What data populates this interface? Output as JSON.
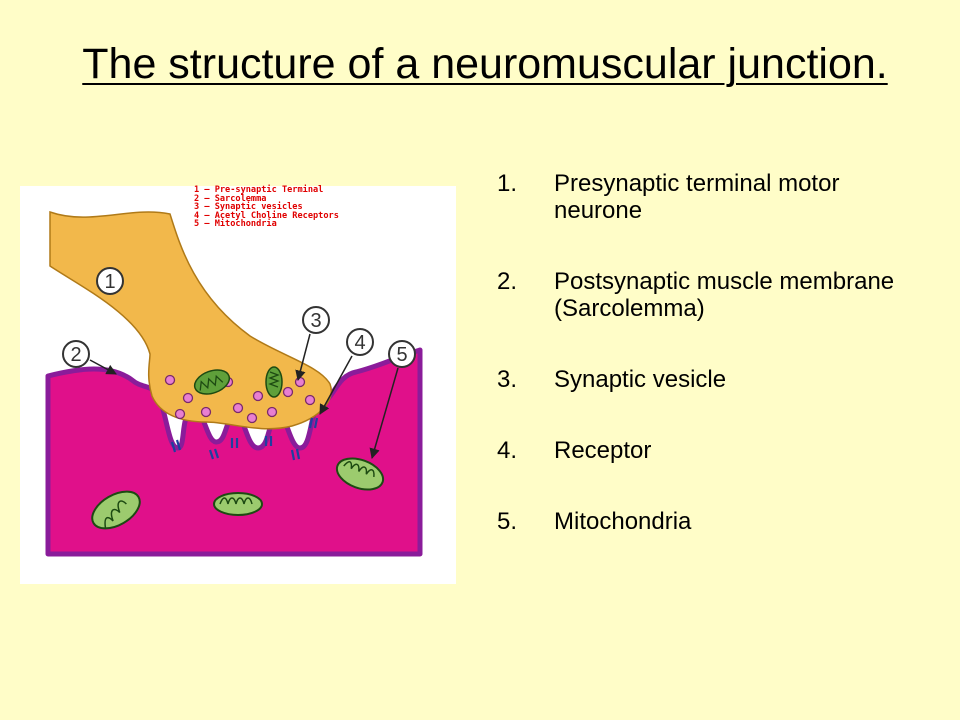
{
  "title": "The structure of a neuromuscular junction.",
  "figure": {
    "legend": [
      "1 – Pre-synaptic Terminal",
      "2 – Sarcolemma",
      "3 – Synaptic vesicles",
      "4 – Acetyl Choline Receptors",
      "5 – Mitochondria"
    ],
    "markers": [
      "1",
      "2",
      "3",
      "4",
      "5"
    ],
    "colors": {
      "terminal": "#F2B84B",
      "muscle": "#E0108A",
      "membrane": "#8A1C9A",
      "vesicle": "#E87FD0",
      "mitochondria": "#9CCB6E",
      "receptor": "#1E3FA0",
      "legend_text": "#E00000"
    }
  },
  "list": [
    {
      "number": "1.",
      "text": "Presynaptic terminal motor neurone"
    },
    {
      "number": "2.",
      "text": "Postsynaptic muscle membrane (Sarcolemma)"
    },
    {
      "number": "3.",
      "text": "Synaptic vesicle"
    },
    {
      "number": "4.",
      "text": "Receptor"
    },
    {
      "number": "5.",
      "text": "Mitochondria"
    }
  ],
  "colors": {
    "background": "#FFFDC8",
    "text": "#000000"
  }
}
